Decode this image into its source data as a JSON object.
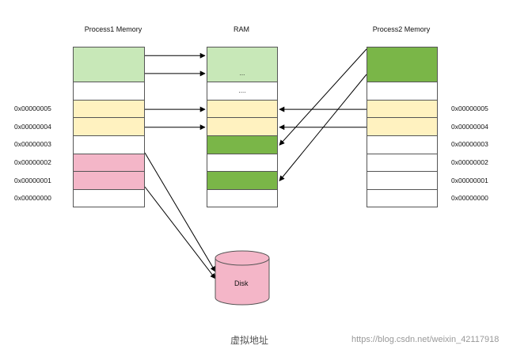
{
  "titles": {
    "process1": "Process1 Memory",
    "ram": "RAM",
    "process2": "Process2 Memory"
  },
  "addresses": [
    "0x00000005",
    "0x00000004",
    "0x00000003",
    "0x00000002",
    "0x00000001",
    "0x00000000"
  ],
  "colors": {
    "light_green": "#c8e8b8",
    "dark_green": "#7ab648",
    "yellow": "#fff2c0",
    "pink": "#f4b6c8",
    "white": "#ffffff",
    "border": "#555555"
  },
  "process1_cells": [
    "light_green",
    "light_green",
    "white",
    "yellow",
    "yellow",
    "white",
    "pink",
    "pink",
    "white"
  ],
  "ram_cells": [
    {
      "fill": "light_green",
      "text": ""
    },
    {
      "fill": "light_green",
      "text": "..."
    },
    {
      "fill": "white",
      "text": "...."
    },
    {
      "fill": "yellow",
      "text": ""
    },
    {
      "fill": "yellow",
      "text": ""
    },
    {
      "fill": "dark_green",
      "text": ""
    },
    {
      "fill": "white",
      "text": ""
    },
    {
      "fill": "dark_green",
      "text": ""
    },
    {
      "fill": "white",
      "text": ""
    }
  ],
  "process2_cells": [
    "dark_green",
    "dark_green",
    "white",
    "yellow",
    "yellow",
    "white",
    "white",
    "white",
    "white"
  ],
  "disk": {
    "label": "Disk",
    "color": "#f4b6c8"
  },
  "caption": "虚拟地址",
  "watermark": "https://blog.csdn.net/weixin_42117918"
}
